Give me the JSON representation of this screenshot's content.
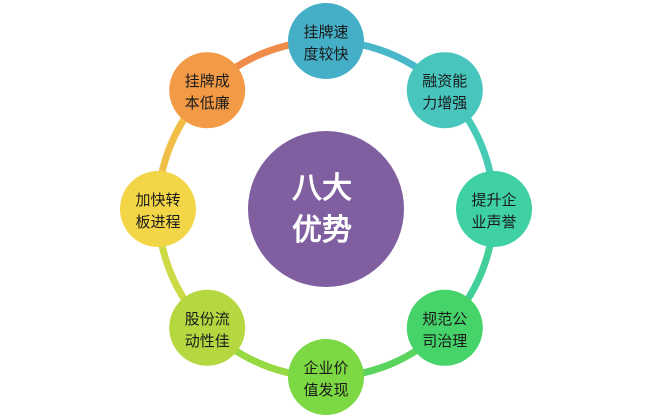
{
  "center": {
    "line1": "八大",
    "line2": "优势",
    "color": "#7f5f9f"
  },
  "advantages": [
    {
      "line1": "挂牌速",
      "line2": "度较快",
      "color": "#45afc8"
    },
    {
      "line1": "融资能",
      "line2": "力增强",
      "color": "#48c6be"
    },
    {
      "line1": "提升企",
      "line2": "业声誉",
      "color": "#3fd0a4"
    },
    {
      "line1": "规范公",
      "line2": "司治理",
      "color": "#46d36a"
    },
    {
      "line1": "企业价",
      "line2": "值发现",
      "color": "#7cd843"
    },
    {
      "line1": "股份流",
      "line2": "动性佳",
      "color": "#b5d841"
    },
    {
      "line1": "加快转",
      "line2": "板进程",
      "color": "#f2d648"
    },
    {
      "line1": "挂牌成",
      "line2": "本低廉",
      "color": "#f39a46"
    }
  ],
  "ring_colors": [
    "#48b7c9",
    "#46cbb7",
    "#42cf9a",
    "#5ad45c",
    "#96d943",
    "#cdd945",
    "#f1be47",
    "#f08c4a"
  ]
}
